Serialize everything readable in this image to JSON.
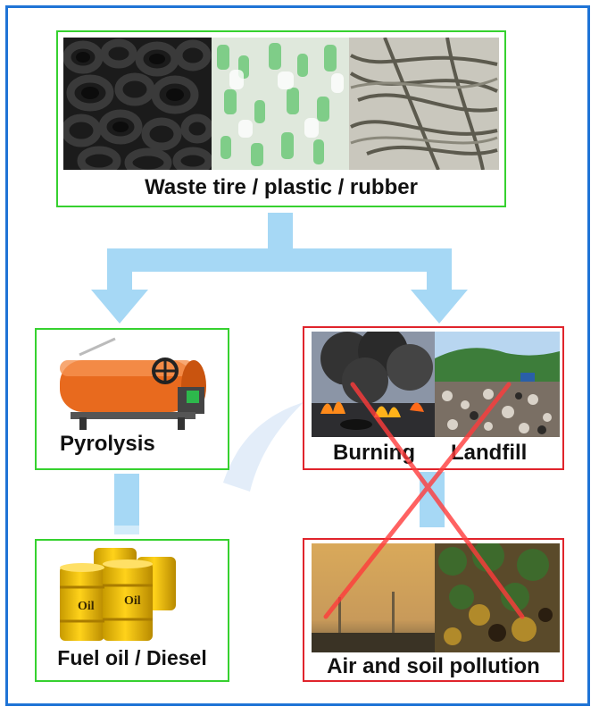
{
  "colors": {
    "frame": "#1f74d6",
    "good_border": "#36d12f",
    "bad_border": "#e0242c",
    "arrow": "#a6d8f5",
    "cross": "#ff3b3b"
  },
  "source": {
    "label": "Waste tire / plastic / rubber"
  },
  "pyrolysis": {
    "label": "Pyrolysis"
  },
  "burning": {
    "label": "Burning"
  },
  "landfill": {
    "label": "Landfill"
  },
  "fuel": {
    "label": "Fuel oil / Diesel",
    "barrel_text": "Oil"
  },
  "pollution": {
    "label": "Air and soil pollution"
  },
  "icons": [
    "tire-pile-icon",
    "plastic-bottles-icon",
    "rubber-scrap-icon",
    "pyrolysis-reactor-icon",
    "fire-smoke-icon",
    "landfill-icon",
    "oil-barrel-icon",
    "smog-icon",
    "polluted-soil-icon",
    "forbidden-cross-icon"
  ]
}
